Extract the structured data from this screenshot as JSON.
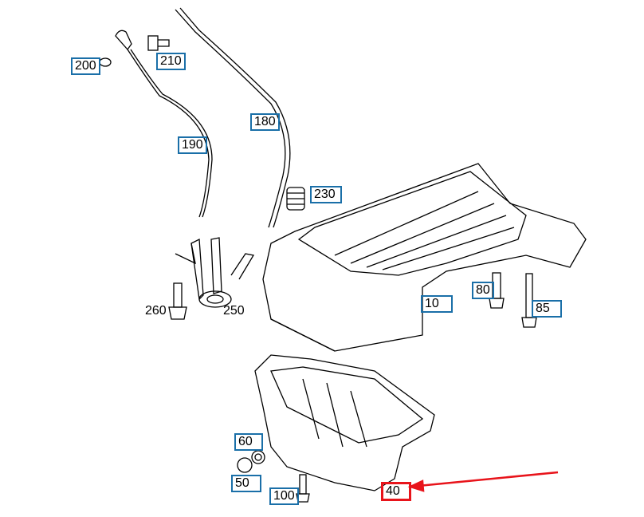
{
  "labels": {
    "p200": "200",
    "p210": "210",
    "p190": "190",
    "p180": "180",
    "p230": "230",
    "p260": "260",
    "p250": "250",
    "p10": "10",
    "p80": "80",
    "p85": "85",
    "p60": "60",
    "p50": "50",
    "p100": "100",
    "p40": "40"
  },
  "colors": {
    "box": "#1a6fa8",
    "highlight": "#e8141b"
  }
}
